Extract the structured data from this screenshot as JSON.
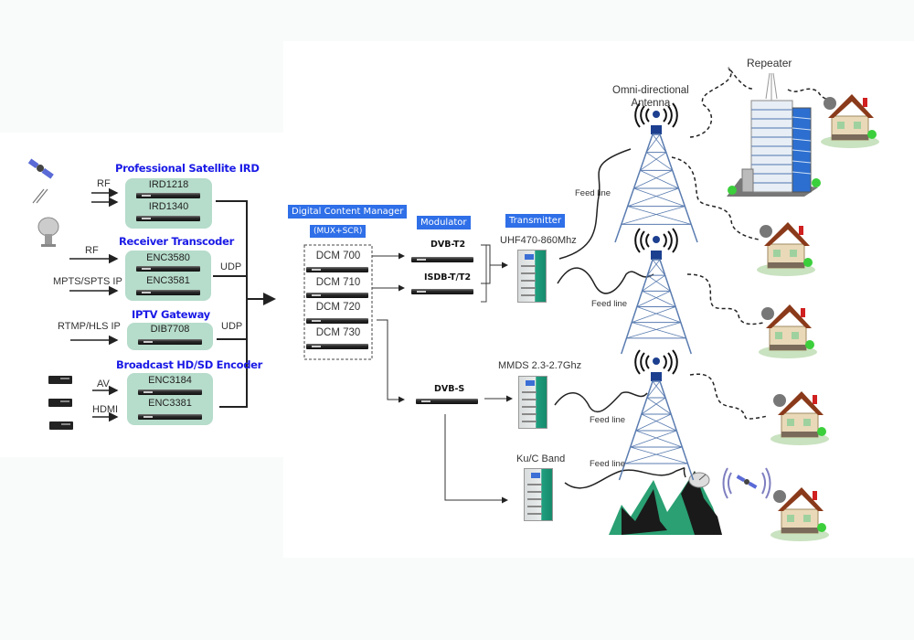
{
  "diagram": {
    "input_section": {
      "groups": [
        {
          "title": "Professional Satellite IRD",
          "devices": [
            "IRD1218",
            "IRD1340"
          ],
          "inputs": [
            "RF"
          ],
          "output": ""
        },
        {
          "title": "Receiver Transcoder",
          "devices": [
            "ENC3580",
            "ENC3581"
          ],
          "inputs": [
            "RF",
            "MPTS/SPTS IP"
          ],
          "output": "UDP"
        },
        {
          "title": "IPTV Gateway",
          "devices": [
            "DIB7708"
          ],
          "inputs": [
            "RTMP/HLS IP"
          ],
          "output": "UDP"
        },
        {
          "title": "Broadcast HD/SD  Encoder",
          "devices": [
            "ENC3184",
            "ENC3381"
          ],
          "inputs": [
            "AV",
            "HDMI"
          ],
          "output": ""
        }
      ],
      "source_icons": [
        "satellite-icon",
        "signal-icon",
        "dish-antenna-icon",
        "set-top-box-icon",
        "set-top-box-icon",
        "set-top-box-icon"
      ]
    },
    "content_manager": {
      "title": "Digital Content Manager",
      "subtitle": "(MUX+SCR)",
      "devices": [
        "DCM 700",
        "DCM 710",
        "DCM 720",
        "DCM 730"
      ]
    },
    "modulator": {
      "title": "Modulator",
      "devices": [
        "DVB-T2",
        "ISDB-T/T2"
      ],
      "satellite_device": "DVB-S"
    },
    "transmitter": {
      "title": "Transmitter",
      "uhf_label": "UHF470-860Mhz",
      "mmds_label": "MMDS 2.3-2.7Ghz",
      "ku_label": "Ku/C Band"
    },
    "distribution": {
      "antenna_label": "Omni-directional\nAntenna",
      "antenna_line1": "Omni-directional",
      "antenna_line2": "Antenna",
      "repeater_label": "Repeater",
      "feed_line_labels": [
        "Feed line",
        "Feed line",
        "Feed line",
        "Feed line"
      ]
    },
    "colors": {
      "title_blue": "#1a1ae6",
      "tag_blue": "#2f6fe8",
      "group_green": "#b6dccb",
      "tower_blue": "#1c3f8f",
      "mountain_green": "#2aa073"
    }
  }
}
